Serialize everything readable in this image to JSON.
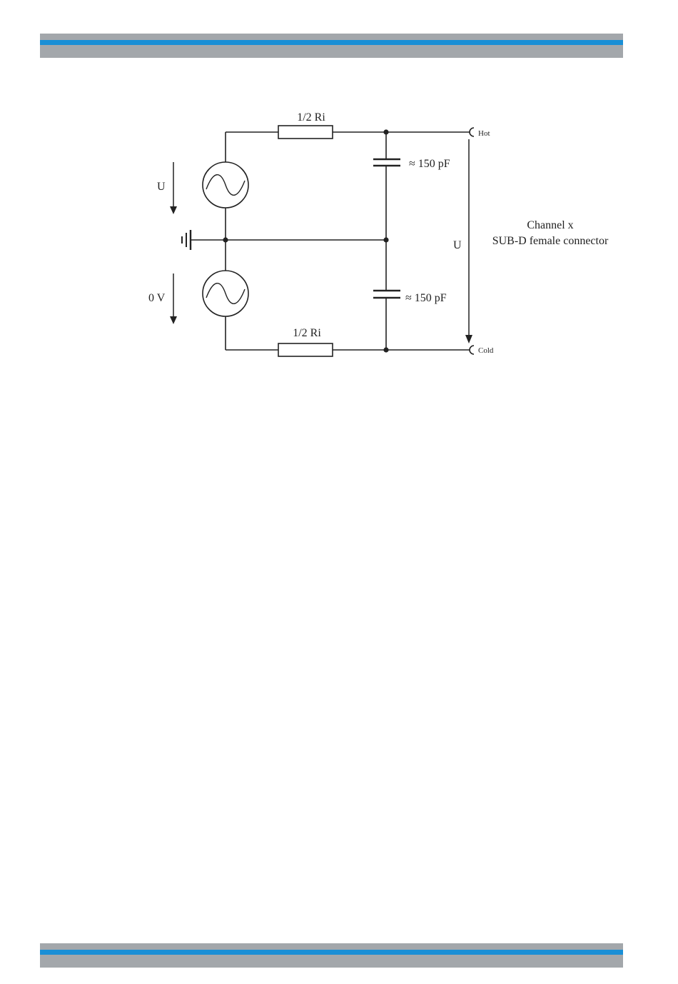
{
  "colors": {
    "band_grey": "#a3a7ab",
    "band_blue": "#1a8fd6",
    "wire": "#222222"
  },
  "diagram": {
    "resistor_top_label": "1/2 Ri",
    "resistor_bottom_label": "1/2 Ri",
    "capacitor_top_label": "≈ 150 pF",
    "capacitor_bottom_label": "≈ 150 pF",
    "source_top_voltage": "U",
    "source_bottom_voltage": "0 V",
    "output_voltage": "U",
    "terminal_hot": "Hot",
    "terminal_cold": "Cold",
    "connector_label_line1": "Channel x",
    "connector_label_line2": "SUB-D female connector"
  }
}
